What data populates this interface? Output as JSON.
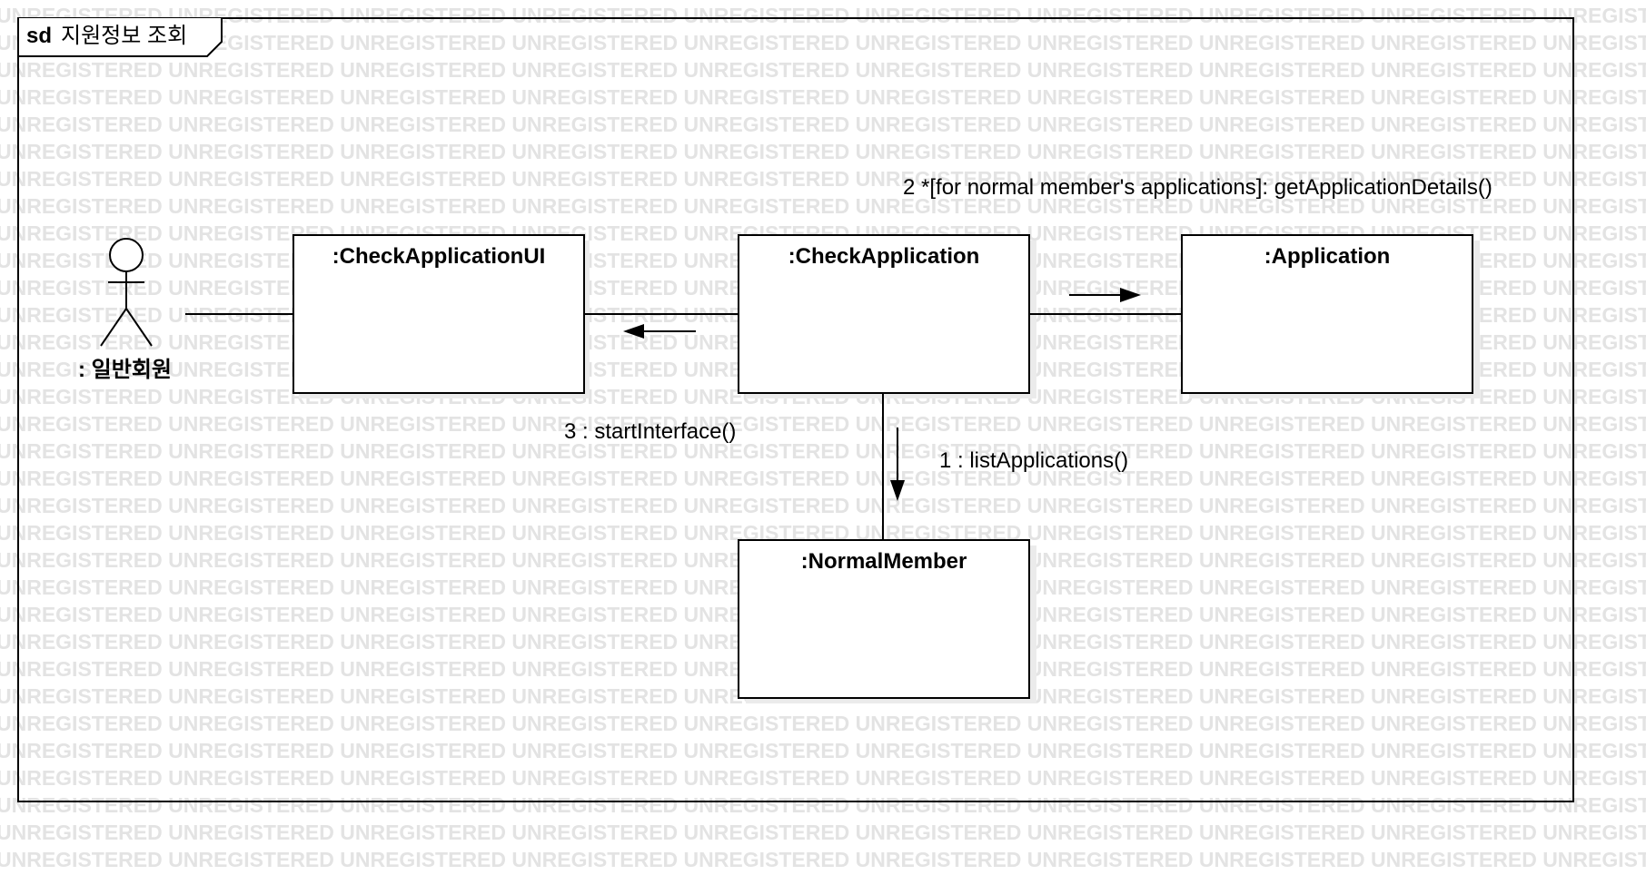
{
  "watermark": {
    "text": "UNREGISTERED UNREGISTERED UNREGISTERED UNREGISTERED UNREGISTERED UNREGISTERED UNREGISTERED UNREGISTERED UNREGISTERED UNREGISTERED"
  },
  "frame": {
    "keyword": "sd",
    "name": "지원정보 조회"
  },
  "actor": {
    "label": ": 일반회원"
  },
  "objects": {
    "check_application_ui": ":CheckApplicationUI",
    "check_application": ":CheckApplication",
    "application": ":Application",
    "normal_member": ":NormalMember"
  },
  "messages": {
    "msg1": "1 : listApplications()",
    "msg2": "2 *[for normal member's applications]: getApplicationDetails()",
    "msg3": "3 : startInterface()"
  }
}
